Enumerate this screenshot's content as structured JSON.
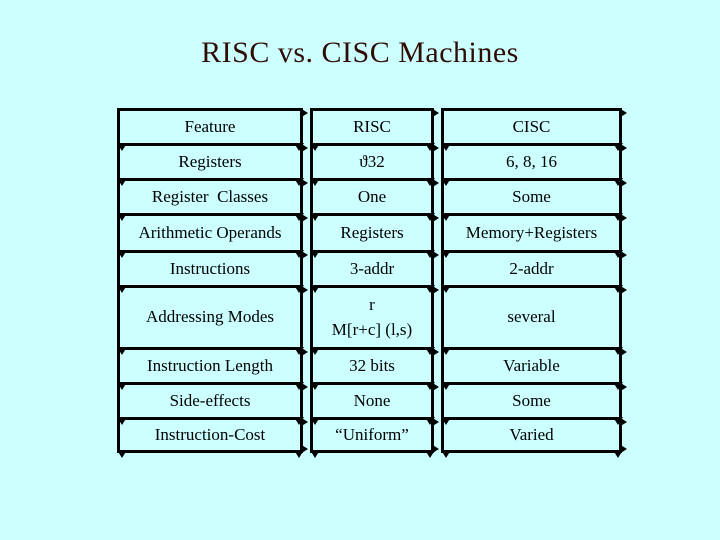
{
  "slide": {
    "title": "RISC vs. CISC Machines"
  },
  "colors": {
    "background": "#ccffff",
    "title_text": "#300d04",
    "table_lines": "#000000",
    "cell_text": "#000000"
  },
  "table": {
    "header": [
      "Feature",
      "RISC",
      "CISC"
    ],
    "rows": [
      [
        "Registers",
        "ϑ32",
        "6, 8, 16"
      ],
      [
        "Register  Classes",
        "One",
        "Some"
      ],
      [
        "Arithmetic Operands",
        "Registers",
        "Memory+Registers"
      ],
      [
        "Instructions",
        "3-addr",
        "2-addr"
      ],
      [
        "Addressing Modes",
        "r\nM[r+c] (l,s)",
        "several"
      ],
      [
        "Instruction Length",
        "32 bits",
        "Variable"
      ],
      [
        "Side-effects",
        "None",
        "Some"
      ],
      [
        "Instruction-Cost",
        "“Uniform”",
        "Varied"
      ]
    ]
  }
}
